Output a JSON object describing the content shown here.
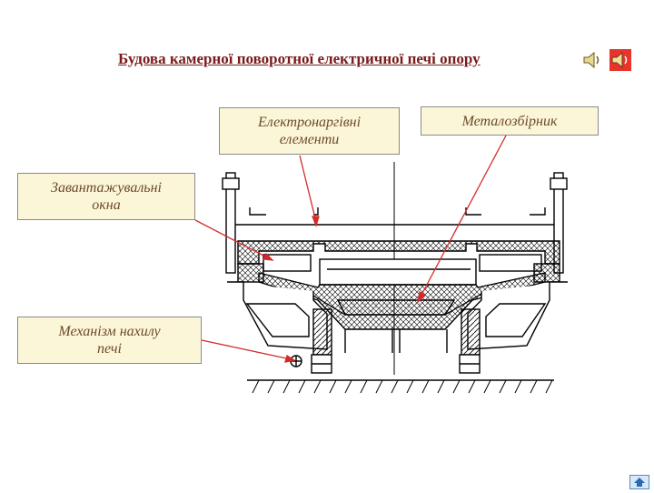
{
  "title": "Будова камерної поворотної електричної печі опору",
  "icons": {
    "sound_left": "speaker-icon",
    "sound_right": "speaker-icon",
    "home": "home-up-icon"
  },
  "labels": {
    "heating_elements_line1": "Електронаргівні",
    "heating_elements_line2": "елементи",
    "metal_collector": "Металозбірник",
    "loading_windows_line1": "Завантажувальні",
    "loading_windows_line2": "окна",
    "tilt_mechanism_line1": "Механізм нахилу",
    "tilt_mechanism_line2": "печі"
  },
  "colors": {
    "title": "#7a1a1a",
    "callout_bg": "#fcf6d8",
    "arrow": "#d42a2a",
    "speaker_bg": "#e8342c"
  }
}
